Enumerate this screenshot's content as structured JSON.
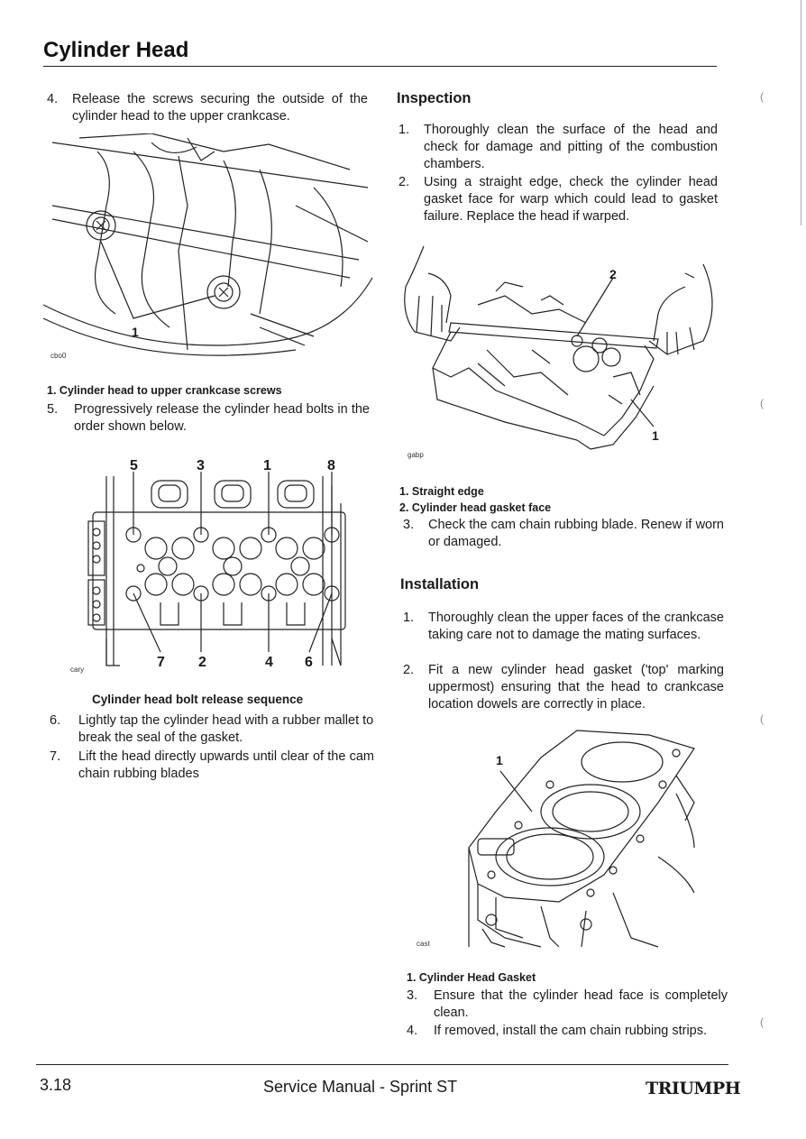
{
  "page": {
    "title": "Cylinder Head",
    "footer_page": "3.18",
    "footer_manual": "Service Manual - Sprint ST",
    "brand": "TRIUMPH"
  },
  "left": {
    "step4": {
      "num": "4.",
      "text": "Release the screws securing the outside of the cylinder head to the upper crankcase."
    },
    "fig1": {
      "code": "cbo0",
      "label": "1",
      "caption": "1. Cylinder head to upper crankcase screws"
    },
    "step5": {
      "num": "5.",
      "text": "Progressively release the cylinder head bolts in the order shown below."
    },
    "fig2": {
      "code": "cary",
      "top_labels": [
        "5",
        "3",
        "1",
        "8"
      ],
      "bottom_labels": [
        "7",
        "2",
        "4",
        "6"
      ],
      "caption": "Cylinder head bolt release sequence"
    },
    "step6": {
      "num": "6.",
      "text": "Lightly tap the cylinder head with a rubber mallet to break the seal of the gasket."
    },
    "step7": {
      "num": "7.",
      "text": "Lift the head directly upwards until clear of the cam chain rubbing blades"
    }
  },
  "right": {
    "inspection": {
      "heading": "Inspection",
      "step1": {
        "num": "1.",
        "text": "Thoroughly clean the surface of the head and check for damage and pitting of the combustion chambers."
      },
      "step2": {
        "num": "2.",
        "text": "Using a straight edge, check the cylinder head gasket face for warp which could lead to gasket failure. Replace the head if warped."
      },
      "fig3": {
        "code": "gabp",
        "label1": "1",
        "label2": "2"
      },
      "caption1": "1. Straight edge",
      "caption2": "2. Cylinder head gasket face",
      "step3": {
        "num": "3.",
        "text": "Check the cam chain rubbing blade. Renew if worn or damaged."
      }
    },
    "installation": {
      "heading": "Installation",
      "step1": {
        "num": "1.",
        "text": "Thoroughly clean the upper faces of the crankcase taking care not to damage the mating surfaces."
      },
      "step2": {
        "num": "2.",
        "text": "Fit a new cylinder head gasket ('top' marking uppermost) ensuring that the head to crankcase location dowels are correctly in place."
      },
      "fig4": {
        "code": "cast",
        "label": "1"
      },
      "caption": "1. Cylinder Head Gasket",
      "step3": {
        "num": "3.",
        "text": "Ensure that the cylinder head face is completely clean."
      },
      "step4": {
        "num": "4.",
        "text": "If removed, install the cam chain rubbing strips."
      }
    }
  }
}
